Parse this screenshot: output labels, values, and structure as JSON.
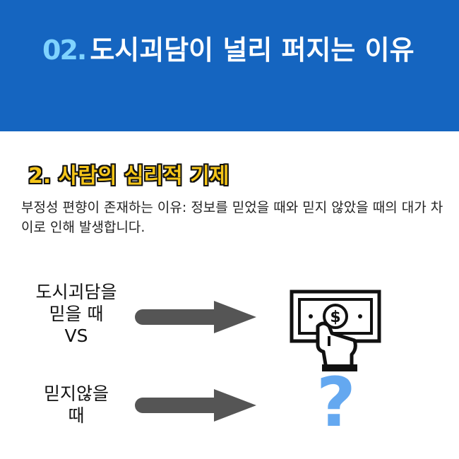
{
  "header": {
    "number": "02.",
    "title": "도시괴담이 널리 퍼지는 이유"
  },
  "section": {
    "title": "2. 사람의 심리적 기제",
    "description": "부정성 편향이 존재하는 이유: 정보를 믿었을 때와 믿지 않았을 때의 대가 차이로 인해 발생합니다."
  },
  "comparison": {
    "believe_line1": "도시괴담을",
    "believe_line2": "믿을 때",
    "vs": "VS",
    "disbelieve_line1": "믿지않을",
    "disbelieve_line2": "때"
  },
  "icons": {
    "money": "money-hand-icon",
    "question": "?",
    "money_symbol": "$"
  },
  "colors": {
    "header_bg": "#1565c0",
    "number": "#7fd3ff",
    "section_title": "#f5c518",
    "arrow": "#555555",
    "question": "#64a8f0"
  }
}
